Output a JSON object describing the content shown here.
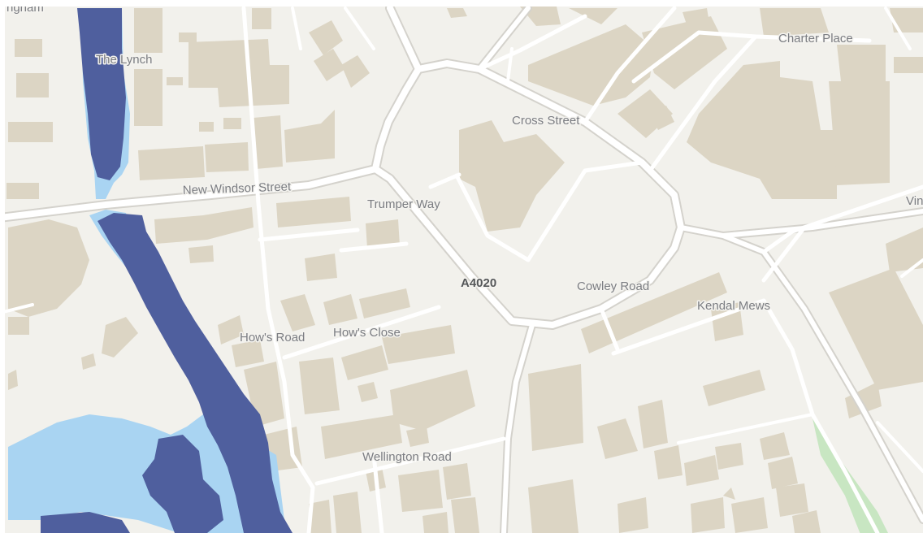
{
  "map": {
    "colors": {
      "land": "#f2f1ec",
      "building": "#dcd5c4",
      "road": "#ffffff",
      "road_casing": "#d4d2cc",
      "park": "#c8e6c2",
      "flood_shallow": "#a9d4f2",
      "flood_deep": "#4f5f9e",
      "label": "#7b7d82"
    },
    "labels": {
      "top_left_partial": "ngham",
      "the_lynch": "The Lynch",
      "charter_place": "Charter Place",
      "cross_street": "Cross Street",
      "new_windsor_street": "New Windsor Street",
      "trumper_way": "Trumper Way",
      "vin_partial": "Vin",
      "a4020": "A4020",
      "cowley_road": "Cowley Road",
      "kendal_mews": "Kendal Mews",
      "hows_road": "How's Road",
      "hows_close": "How's Close",
      "wellington_road": "Wellington Road"
    },
    "layers": [
      "buildings",
      "roads",
      "flood-risk-shallow",
      "flood-risk-deep",
      "park"
    ]
  }
}
